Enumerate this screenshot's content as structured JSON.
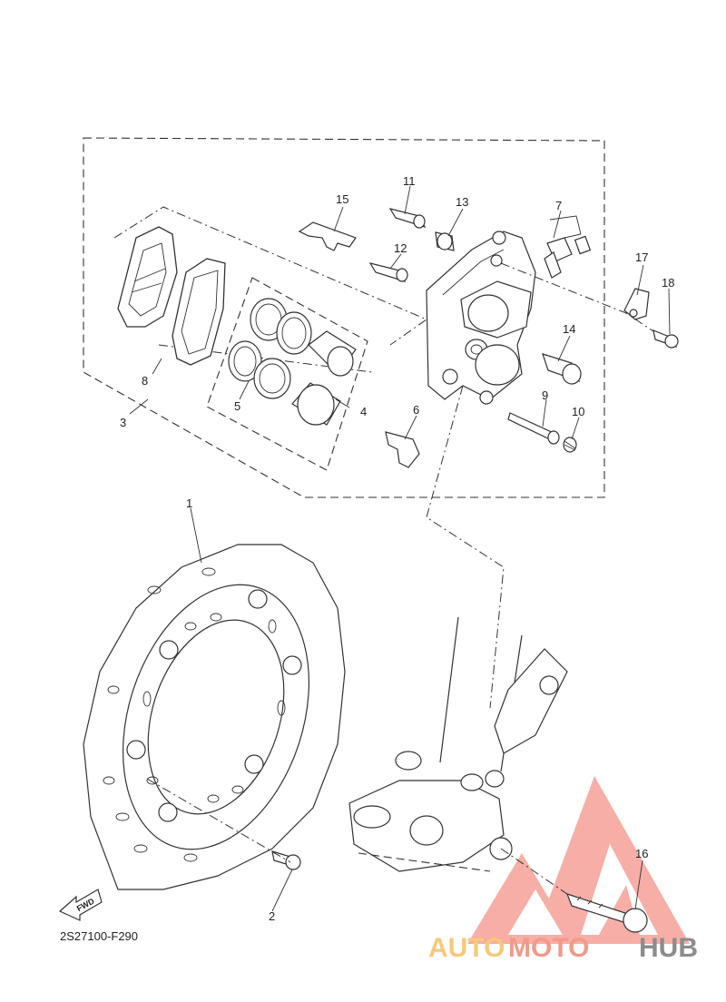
{
  "diagram": {
    "code": "2S27100-F290",
    "fwd_label": "FWD",
    "labels": {
      "p1": "1",
      "p2": "2",
      "p3": "3",
      "p4": "4",
      "p5": "5",
      "p6": "6",
      "p7": "7",
      "p8": "8",
      "p9": "9",
      "p10": "10",
      "p11": "11",
      "p12": "12",
      "p13": "13",
      "p14": "14",
      "p15": "15",
      "p16": "16",
      "p17": "17",
      "p18": "18"
    }
  },
  "watermark": {
    "part1": "AUTO",
    "part2": "MOTO",
    "part3": "HUB",
    "colors": {
      "auto": "#f6c97a",
      "moto": "#f29a8a",
      "hub": "#8c8c8c",
      "logo": "#f08a80"
    }
  }
}
